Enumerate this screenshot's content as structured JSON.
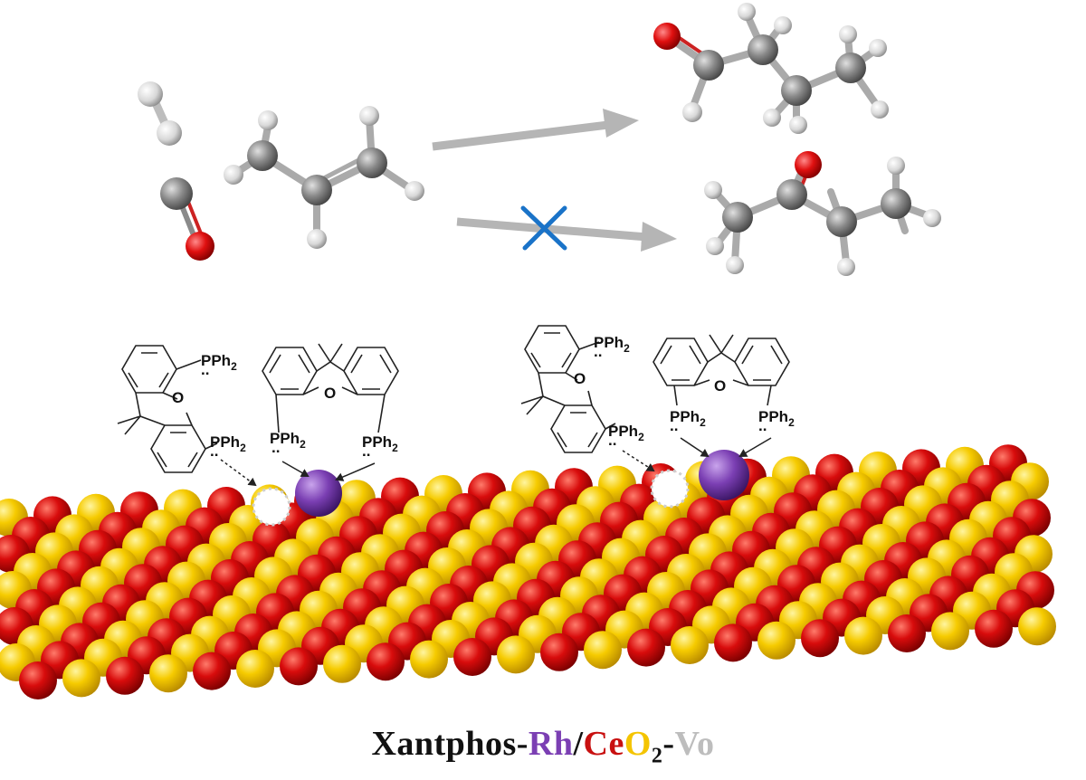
{
  "reactants": {
    "h2": "H2",
    "co": "CO",
    "alkene": "propene"
  },
  "products": [
    {
      "name": "butanal",
      "favored": true
    },
    {
      "name": "butanone",
      "favored": false
    }
  ],
  "ligand_labels": {
    "pph2": "PPh",
    "pph2_sub": "2",
    "lone_pair": "..",
    "oxygen": "O"
  },
  "caption": {
    "part1": "Xantphos-",
    "part2": "Rh",
    "part3": "/",
    "part4_c": "Ce",
    "part4_o": "O",
    "part4_sub": "2",
    "part5": "-",
    "part6": "Vo"
  },
  "colors": {
    "cerium": "#f4c400",
    "oxygen_surface": "#d21010",
    "rhodium": "#7b3fb3",
    "carbon": "#7d7d7d",
    "hydrogen": "#e8e8e8",
    "oxygen_atom": "#d01818",
    "arrow": "#b5b5b5",
    "cross": "#1a73c8",
    "caption_black": "#111111",
    "caption_rh": "#7b3fb3",
    "caption_ce": "#c81010",
    "caption_o2": "#f4c400",
    "caption_vo": "#bdbdbd"
  },
  "icons": {
    "blocked": "cross-icon",
    "reaction_arrow": "arrow-icon"
  }
}
